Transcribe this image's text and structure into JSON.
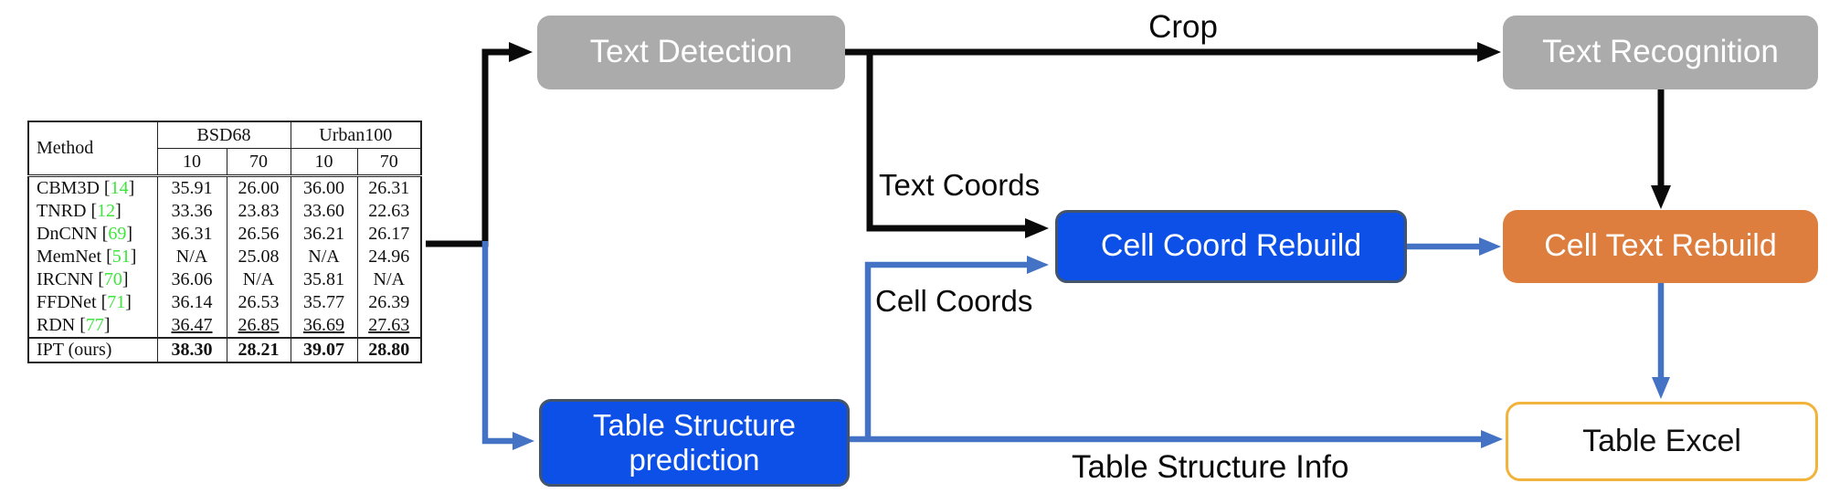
{
  "diagram": {
    "nodes": {
      "text_detection": {
        "label": "Text Detection"
      },
      "text_recognition": {
        "label": "Text Recognition"
      },
      "cell_coord_rebuild": {
        "label": "Cell Coord Rebuild"
      },
      "cell_text_rebuild": {
        "label": "Cell Text Rebuild"
      },
      "table_structure_prediction": {
        "label": "Table Structure prediction"
      },
      "table_excel": {
        "label": "Table Excel"
      }
    },
    "edge_labels": {
      "crop": "Crop",
      "text_coords": "Text Coords",
      "cell_coords": "Cell Coords",
      "table_structure_info": "Table Structure Info"
    },
    "colors": {
      "gray_box": "#ABABAB",
      "blue_box_fill": "#0C50E8",
      "blue_box_border": "#44546A",
      "orange_box": "#DD7E3F",
      "excel_box_border": "#F2B33C",
      "arrow_black": "#0A0A0A",
      "arrow_blue": "#4472C4",
      "citation_green": "#3CE63C"
    }
  },
  "table": {
    "method_header": "Method",
    "col_groups": [
      "BSD68",
      "Urban100"
    ],
    "sub_headers": [
      "10",
      "70",
      "10",
      "70"
    ],
    "cite_open": "[",
    "cite_close": "]",
    "rows": [
      {
        "method": "CBM3D",
        "cite": "14",
        "values": [
          "35.91",
          "26.00",
          "36.00",
          "26.31"
        ]
      },
      {
        "method": "TNRD",
        "cite": "12",
        "values": [
          "33.36",
          "23.83",
          "33.60",
          "22.63"
        ]
      },
      {
        "method": "DnCNN",
        "cite": "69",
        "values": [
          "36.31",
          "26.56",
          "36.21",
          "26.17"
        ]
      },
      {
        "method": "MemNet",
        "cite": "51",
        "values": [
          "N/A",
          "25.08",
          "N/A",
          "24.96"
        ]
      },
      {
        "method": "IRCNN",
        "cite": "70",
        "values": [
          "36.06",
          "N/A",
          "35.81",
          "N/A"
        ]
      },
      {
        "method": "FFDNet",
        "cite": "71",
        "values": [
          "36.14",
          "26.53",
          "35.77",
          "26.39"
        ]
      },
      {
        "method": "RDN",
        "cite": "77",
        "values": [
          "36.47",
          "26.85",
          "36.69",
          "27.63"
        ]
      },
      {
        "method": "IPT (ours)",
        "cite": "",
        "values": [
          "38.30",
          "28.21",
          "39.07",
          "28.80"
        ]
      }
    ]
  }
}
